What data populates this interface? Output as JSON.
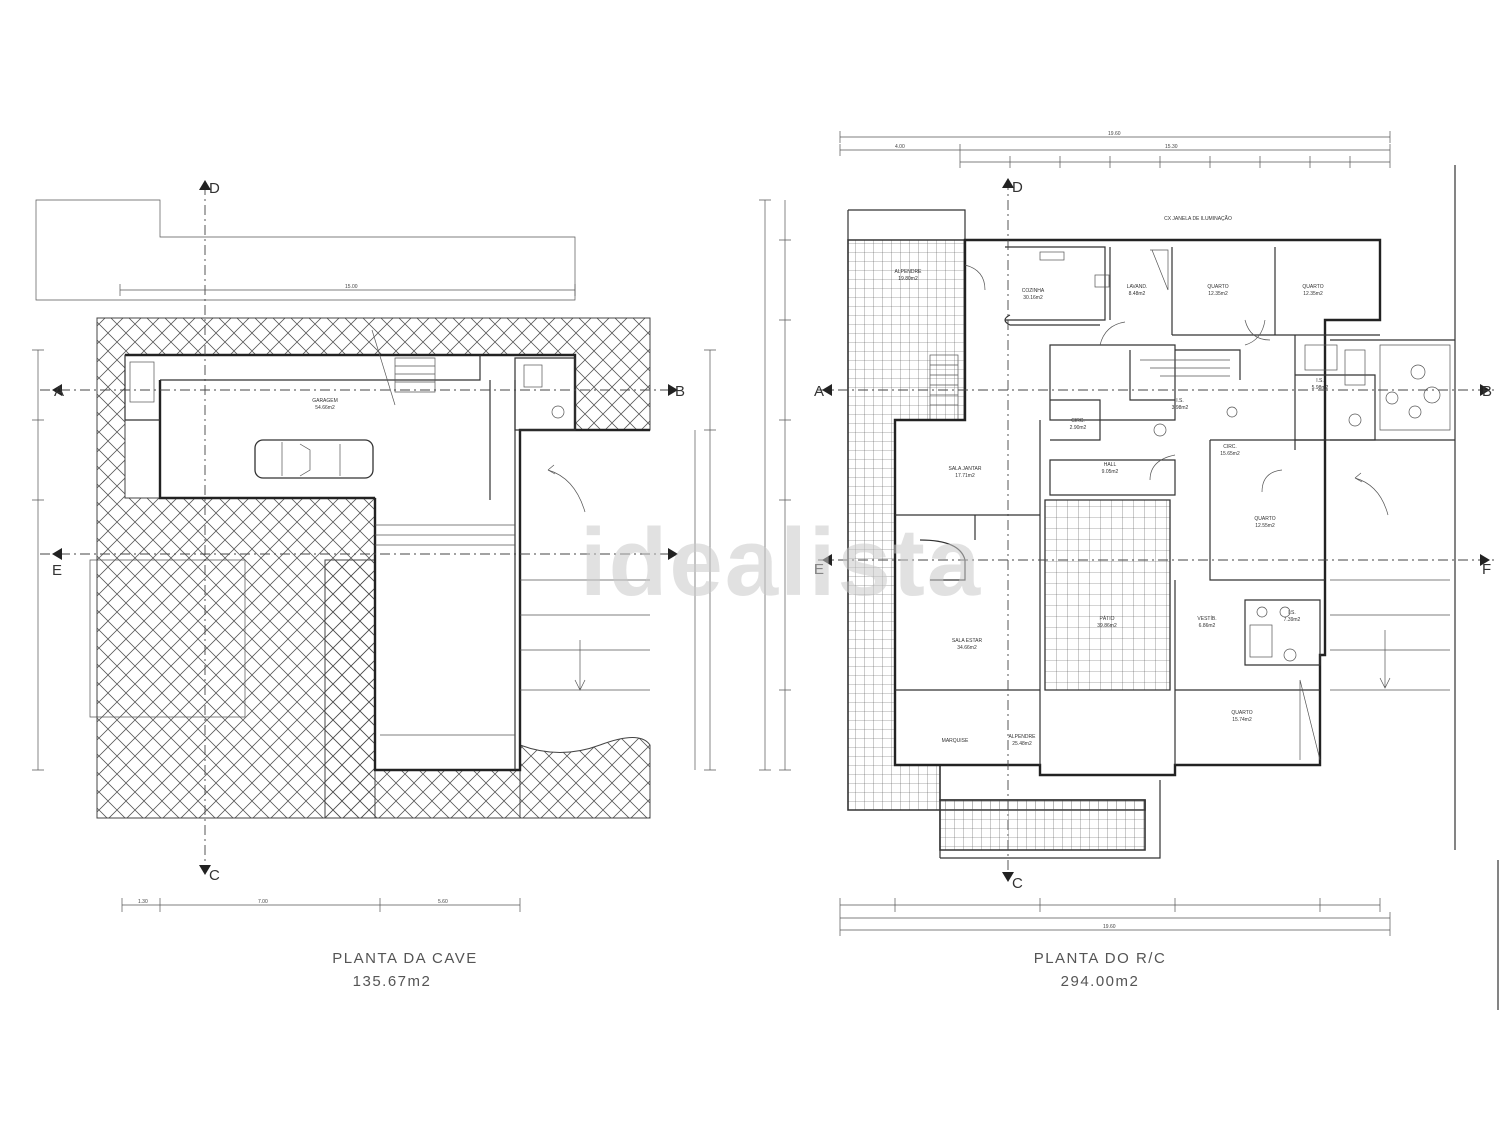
{
  "watermark": "idealista",
  "cave": {
    "title": "PLANTA DA CAVE",
    "area": "135.67m2",
    "rooms": [
      {
        "name": "GARAGEM",
        "area": "54.66m2"
      }
    ],
    "axes": {
      "a": "A",
      "b": "B",
      "c": "C",
      "d": "D",
      "e": "E"
    }
  },
  "rc": {
    "title": "PLANTA DO R/C",
    "area": "294.00m2",
    "note": "CX JANELA DE ILUMINAÇÃO",
    "rooms": [
      {
        "name": "ALPENDRE",
        "area": "19.80m2"
      },
      {
        "name": "COZINHA",
        "area": "30.16m2"
      },
      {
        "name": "LAVAND.",
        "area": "8.48m2"
      },
      {
        "name": "QUARTO",
        "area": "12.35m2"
      },
      {
        "name": "QUARTO",
        "area": "12.35m2"
      },
      {
        "name": "CIRC.",
        "area": "2.90m2"
      },
      {
        "name": "I.S.",
        "area": "3.98m2"
      },
      {
        "name": "I.S.",
        "area": "5.98m2"
      },
      {
        "name": "SALA JANTAR",
        "area": "17.71m2"
      },
      {
        "name": "HALL",
        "area": "9.05m2"
      },
      {
        "name": "CIRC.",
        "area": "15.65m2"
      },
      {
        "name": "QUARTO",
        "area": "12.55m2"
      },
      {
        "name": "SALA ESTAR",
        "area": "34.66m2"
      },
      {
        "name": "PÁTIO",
        "area": "39.86m2"
      },
      {
        "name": "VESTÍB.",
        "area": "6.86m2"
      },
      {
        "name": "I.S.",
        "area": "7.39m2"
      },
      {
        "name": "QUARTO",
        "area": "15.74m2"
      },
      {
        "name": "MARQUISE",
        "area": ""
      },
      {
        "name": "ALPENDRE",
        "area": "25.48m2"
      }
    ],
    "axes": {
      "a": "A",
      "b": "B",
      "c": "C",
      "d": "D",
      "e": "E",
      "f": "F"
    }
  },
  "dims": {
    "top_total": "19.60",
    "top_sub": "15.30",
    "top_a": "4.00",
    "cave_top": "15.00",
    "cave_bottom": [
      "1.30",
      "7.00",
      "5.60"
    ],
    "rc_bottom_total": "19.60"
  }
}
